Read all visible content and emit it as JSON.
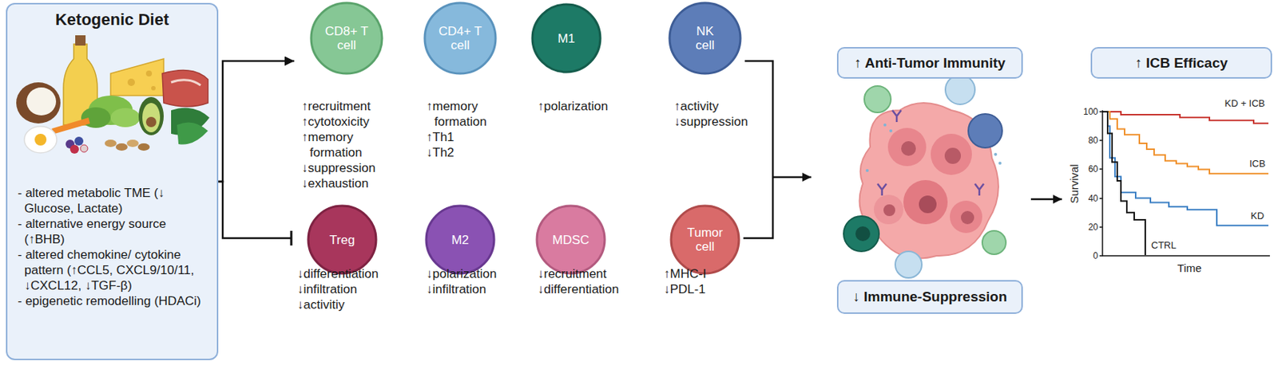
{
  "diagram": {
    "nodes": [
      {
        "text": [
          "Ketogenic Diet",
          "- altered metabolic TME (↓ Glucose, Lactate)",
          "- alternative energy source (↑BHB)",
          "- altered chemokine/ cytokine pattern (↑CCL5, CXCL9/10/11, ↓CXCL12, ↓TGF-β)",
          "- epigenetic remodelling (HDACi)"
        ]
      },
      {
        "text": [
          "CD8+ T cell",
          "↑recruitment",
          "↑cytotoxicity",
          "↑memory formation",
          "↓suppression",
          "↓exhaustion"
        ]
      },
      {
        "text": [
          "CD4+ T cell",
          "↑memory formation",
          "↑Th1",
          "↓Th2"
        ]
      },
      {
        "text": [
          "M1",
          "↑polarization"
        ]
      },
      {
        "text": [
          "NK cell",
          "↑activity",
          "↓suppression"
        ]
      },
      {
        "text": [
          "Treg",
          "↓differentiation",
          "↓infiltration",
          "↓activitiy"
        ]
      },
      {
        "text": [
          "M2",
          "↓polarization",
          "↓infiltration"
        ]
      },
      {
        "text": [
          "MDSC",
          "↓recruitment",
          "↓differentiation"
        ]
      },
      {
        "text": [
          "Tumor cell",
          "↑MHC-I",
          "↓PDL-1"
        ]
      },
      {
        "text": [
          "↑ Anti-Tumor Immunity"
        ]
      },
      {
        "text": [
          "↓ Immune-Suppression"
        ]
      },
      {
        "text": [
          "↑ ICB Efficacy"
        ]
      }
    ],
    "edges": [
      {
        "from": 0,
        "to": 1,
        "arrow": "to"
      },
      {
        "from": 0,
        "to": 5,
        "arrow": "to"
      }
    ],
    "labels": [
      "100",
      "80",
      "60",
      "40",
      "20",
      "0",
      "Survival",
      "Time",
      "KD + ICB",
      "ICB",
      "KD",
      "CTRL"
    ]
  }
}
